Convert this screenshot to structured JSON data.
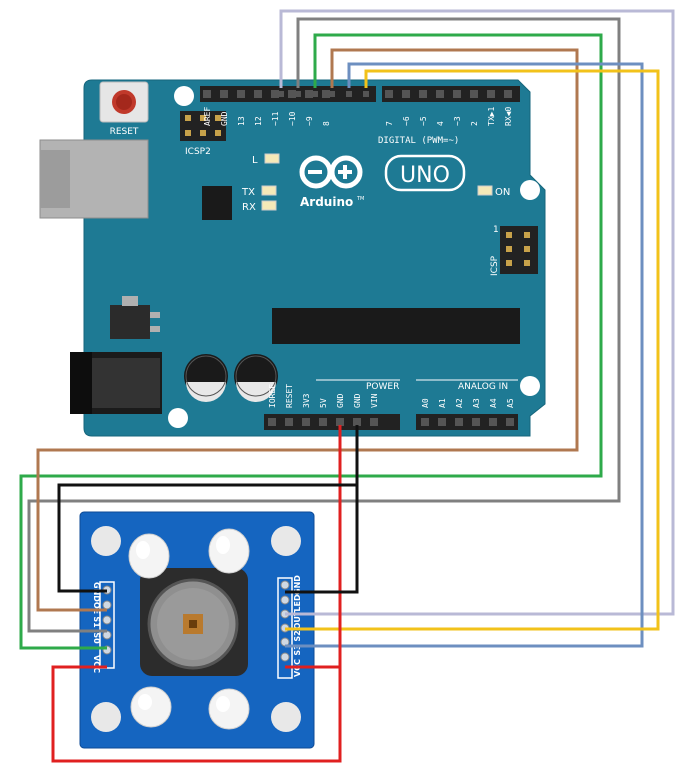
{
  "board": {
    "reset_label": "RESET",
    "icsp2_label": "ICSP2",
    "brand": "Arduino",
    "trademark": "TM",
    "model": "UNO",
    "digital_label": "DIGITAL (PWM=~)",
    "on_label": "ON",
    "led_l": "L",
    "led_tx": "TX",
    "led_rx": "RX",
    "icsp_label": "ICSP",
    "icsp_pin1": "1",
    "power_label": "POWER",
    "analog_label": "ANALOG IN",
    "digital_pins": [
      "AREF",
      "GND",
      "13",
      "12",
      "~11",
      "~10",
      "~9",
      "8",
      "7",
      "~6",
      "~5",
      "4",
      "~3",
      "2",
      "TX▶1",
      "RX◀0"
    ],
    "power_pins": [
      "IOREF",
      "RESET",
      "3V3",
      "5V",
      "GND",
      "GND",
      "VIN"
    ],
    "analog_pins": [
      "A0",
      "A1",
      "A2",
      "A3",
      "A4",
      "A5"
    ]
  },
  "sensor": {
    "left_pins": [
      "GND",
      "OE",
      "S1",
      "S0",
      "VCC"
    ],
    "right_pins": [
      "GND",
      "LED",
      "OUT",
      "S2",
      "S3",
      "VCC"
    ]
  },
  "wires": [
    {
      "name": "d13-s2",
      "color": "#b9b9d6"
    },
    {
      "name": "d12-s3",
      "color": "#808080"
    },
    {
      "name": "d11-s0",
      "color": "#2eaa4a"
    },
    {
      "name": "d10-s1",
      "color": "#b07850"
    },
    {
      "name": "d9-led",
      "color": "#6d8fc0"
    },
    {
      "name": "d8-out",
      "color": "#f2c21a"
    },
    {
      "name": "5v-vcc",
      "color": "#e02020"
    },
    {
      "name": "gnd-gnd",
      "color": "#111111"
    }
  ],
  "colors": {
    "board": "#1e7a94",
    "sensor": "#1565c0",
    "header": "#222222"
  }
}
